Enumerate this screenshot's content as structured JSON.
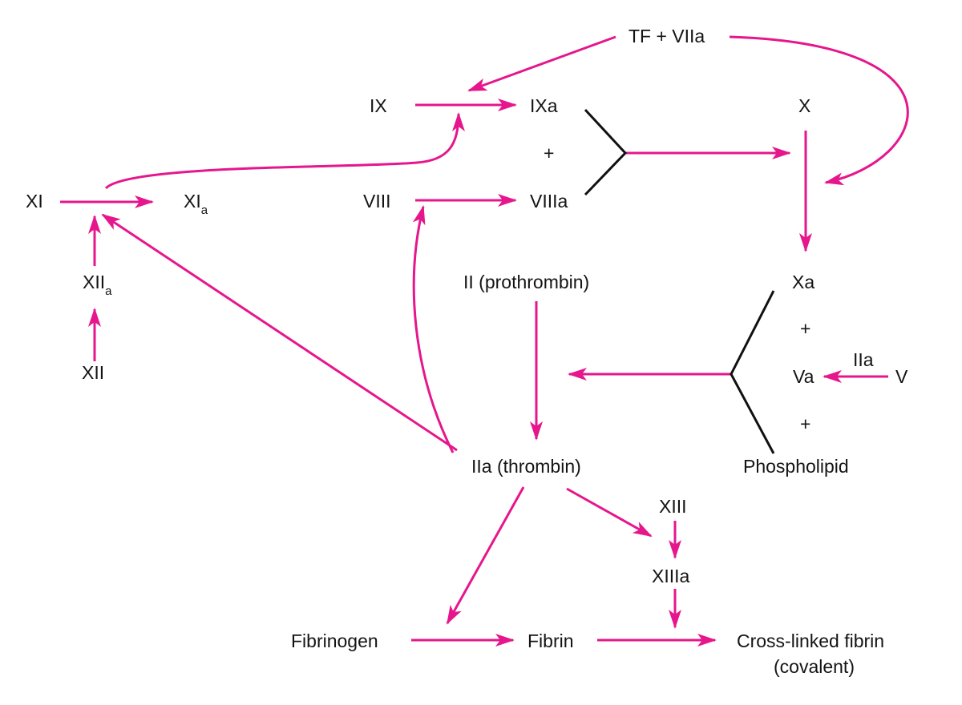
{
  "colors": {
    "arrow": "#e6168c",
    "junction": "#111111",
    "text": "#141414"
  },
  "nodes": {
    "tf_viia": "TF + VIIa",
    "ix": "IX",
    "ixa": "IXa",
    "plus": "+",
    "x": "X",
    "xi": "XI",
    "xia_main": "XI",
    "xia_sub": "a",
    "viii": "VIII",
    "viiia": "VIIIa",
    "xiia_main": "XII",
    "xiia_sub": "a",
    "xii": "XII",
    "xa": "Xa",
    "prothrombin": "II (prothrombin)",
    "iia_small": "IIa",
    "va": "Va",
    "v": "V",
    "thrombin": "IIa (thrombin)",
    "phospholipid": "Phospholipid",
    "xiii": "XIII",
    "xiiia": "XIIIa",
    "fibrinogen": "Fibrinogen",
    "fibrin": "Fibrin",
    "crosslinked_1": "Cross-linked fibrin",
    "crosslinked_2": "(covalent)"
  }
}
